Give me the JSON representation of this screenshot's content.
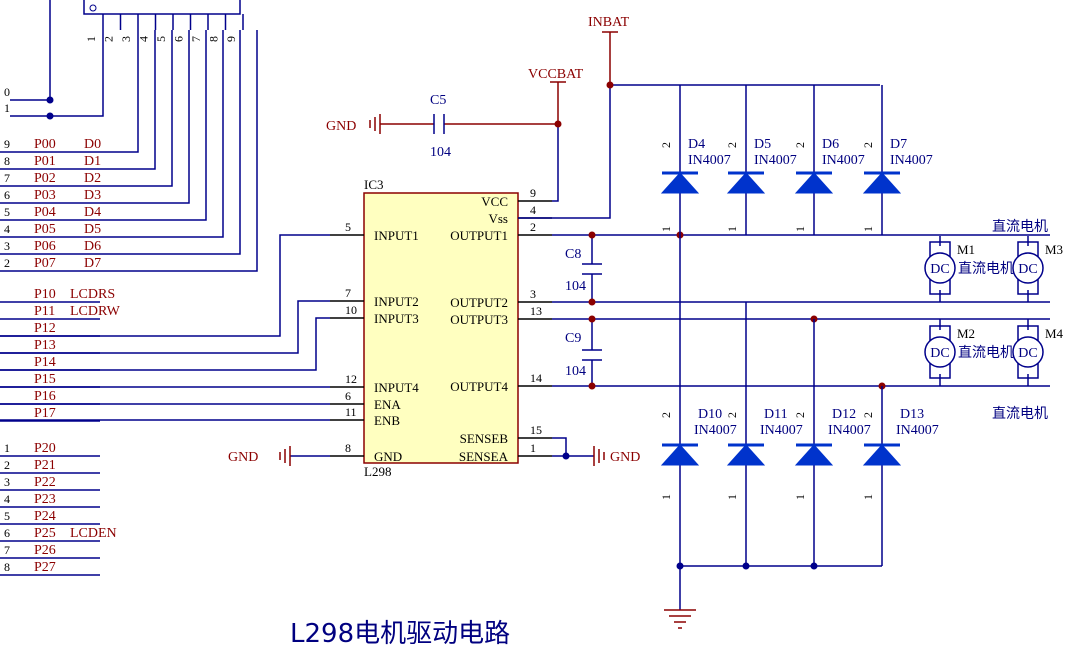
{
  "title": "L298电机驱动电路",
  "ic": {
    "ref": "IC3",
    "part": "L298",
    "left_pins": [
      {
        "num": "5",
        "name": "INPUT1"
      },
      {
        "num": "7",
        "name": "INPUT2"
      },
      {
        "num": "10",
        "name": "INPUT3"
      },
      {
        "num": "12",
        "name": "INPUT4"
      },
      {
        "num": "6",
        "name": "ENA"
      },
      {
        "num": "11",
        "name": "ENB"
      },
      {
        "num": "8",
        "name": "GND"
      }
    ],
    "right_pins": [
      {
        "num": "9",
        "name": "VCC"
      },
      {
        "num": "4",
        "name": "Vss"
      },
      {
        "num": "2",
        "name": "OUTPUT1"
      },
      {
        "num": "3",
        "name": "OUTPUT2"
      },
      {
        "num": "13",
        "name": "OUTPUT3"
      },
      {
        "num": "14",
        "name": "OUTPUT4"
      },
      {
        "num": "15",
        "name": "SENSEB"
      },
      {
        "num": "1",
        "name": "SENSEA"
      }
    ]
  },
  "nets": {
    "inbat": "INBAT",
    "vccbat": "VCCBAT",
    "gnd": "GND"
  },
  "caps": [
    {
      "ref": "C5",
      "value": "104"
    },
    {
      "ref": "C8",
      "value": "104"
    },
    {
      "ref": "C9",
      "value": "104"
    }
  ],
  "diodes_top": [
    {
      "ref": "D4",
      "part": "IN4007"
    },
    {
      "ref": "D5",
      "part": "IN4007"
    },
    {
      "ref": "D6",
      "part": "IN4007"
    },
    {
      "ref": "D7",
      "part": "IN4007"
    }
  ],
  "diodes_bottom": [
    {
      "ref": "D10",
      "part": "IN4007"
    },
    {
      "ref": "D11",
      "part": "IN4007"
    },
    {
      "ref": "D12",
      "part": "IN4007"
    },
    {
      "ref": "D13",
      "part": "IN4007"
    }
  ],
  "motors": [
    {
      "ref": "M1",
      "label": "DC"
    },
    {
      "ref": "M3",
      "label": "DC"
    },
    {
      "ref": "M2",
      "label": "DC"
    },
    {
      "ref": "M4",
      "label": "DC"
    }
  ],
  "motor_text": "直流电机",
  "header_pins": [
    "1",
    "2",
    "3",
    "4",
    "5",
    "6",
    "7",
    "8",
    "9"
  ],
  "port0_side": [
    {
      "num": "0"
    },
    {
      "num": "1"
    }
  ],
  "port0": [
    {
      "num": "9",
      "pin": "P00",
      "alias": "D0"
    },
    {
      "num": "8",
      "pin": "P01",
      "alias": "D1"
    },
    {
      "num": "7",
      "pin": "P02",
      "alias": "D2"
    },
    {
      "num": "6",
      "pin": "P03",
      "alias": "D3"
    },
    {
      "num": "5",
      "pin": "P04",
      "alias": "D4"
    },
    {
      "num": "4",
      "pin": "P05",
      "alias": "D5"
    },
    {
      "num": "3",
      "pin": "P06",
      "alias": "D6"
    },
    {
      "num": "2",
      "pin": "P07",
      "alias": "D7"
    }
  ],
  "port1": [
    {
      "pin": "P10",
      "alias": "LCDRS"
    },
    {
      "pin": "P11",
      "alias": "LCDRW"
    },
    {
      "pin": "P12",
      "alias": ""
    },
    {
      "pin": "P13",
      "alias": ""
    },
    {
      "pin": "P14",
      "alias": ""
    },
    {
      "pin": "P15",
      "alias": ""
    },
    {
      "pin": "P16",
      "alias": ""
    },
    {
      "pin": "P17",
      "alias": ""
    }
  ],
  "port2": [
    {
      "num": "1",
      "pin": "P20",
      "alias": ""
    },
    {
      "num": "2",
      "pin": "P21",
      "alias": ""
    },
    {
      "num": "3",
      "pin": "P22",
      "alias": ""
    },
    {
      "num": "4",
      "pin": "P23",
      "alias": ""
    },
    {
      "num": "5",
      "pin": "P24",
      "alias": ""
    },
    {
      "num": "6",
      "pin": "P25",
      "alias": "LCDEN"
    },
    {
      "num": "7",
      "pin": "P26",
      "alias": ""
    },
    {
      "num": "8",
      "pin": "P27",
      "alias": ""
    }
  ],
  "diode_pin_labels": {
    "anode": "1",
    "cathode": "2"
  }
}
